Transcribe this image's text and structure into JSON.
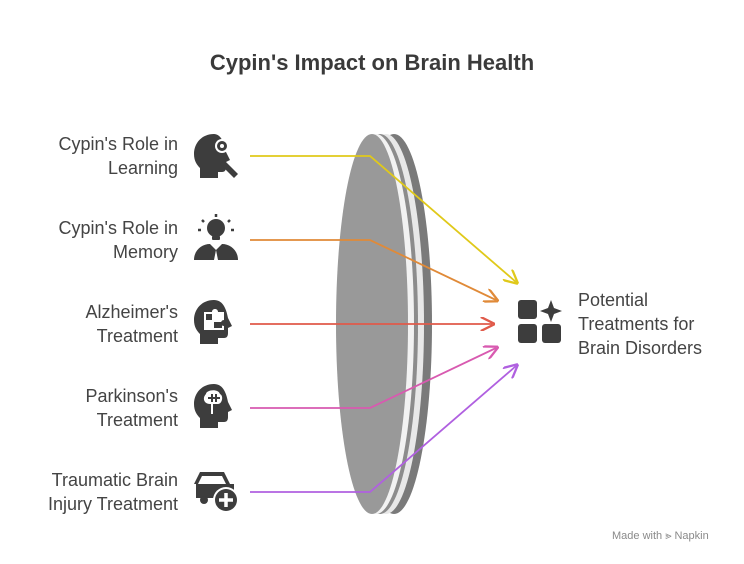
{
  "title": "Cypin's Impact on Brain Health",
  "inputs": [
    {
      "line1": "Cypin's Role in",
      "line2": "Learning",
      "icon": "head-gear-wrench-icon",
      "arrow_color": "#e0c91a"
    },
    {
      "line1": "Cypin's Role in",
      "line2": "Memory",
      "icon": "lightbulb-person-icon",
      "arrow_color": "#e08a38"
    },
    {
      "line1": "Alzheimer's",
      "line2": "Treatment",
      "icon": "head-puzzle-icon",
      "arrow_color": "#e05a4a"
    },
    {
      "line1": "Parkinson's",
      "line2": "Treatment",
      "icon": "head-brain-icon",
      "arrow_color": "#d85ab0"
    },
    {
      "line1": "Traumatic Brain",
      "line2": "Injury Treatment",
      "icon": "car-medical-icon",
      "arrow_color": "#b060e0"
    }
  ],
  "output": {
    "line1": "Potential",
    "line2": "Treatments for",
    "line3": "Brain Disorders",
    "icon": "grid-sparkle-icon"
  },
  "lens_color": "#999999",
  "watermark": "Made with ⪢ Napkin"
}
